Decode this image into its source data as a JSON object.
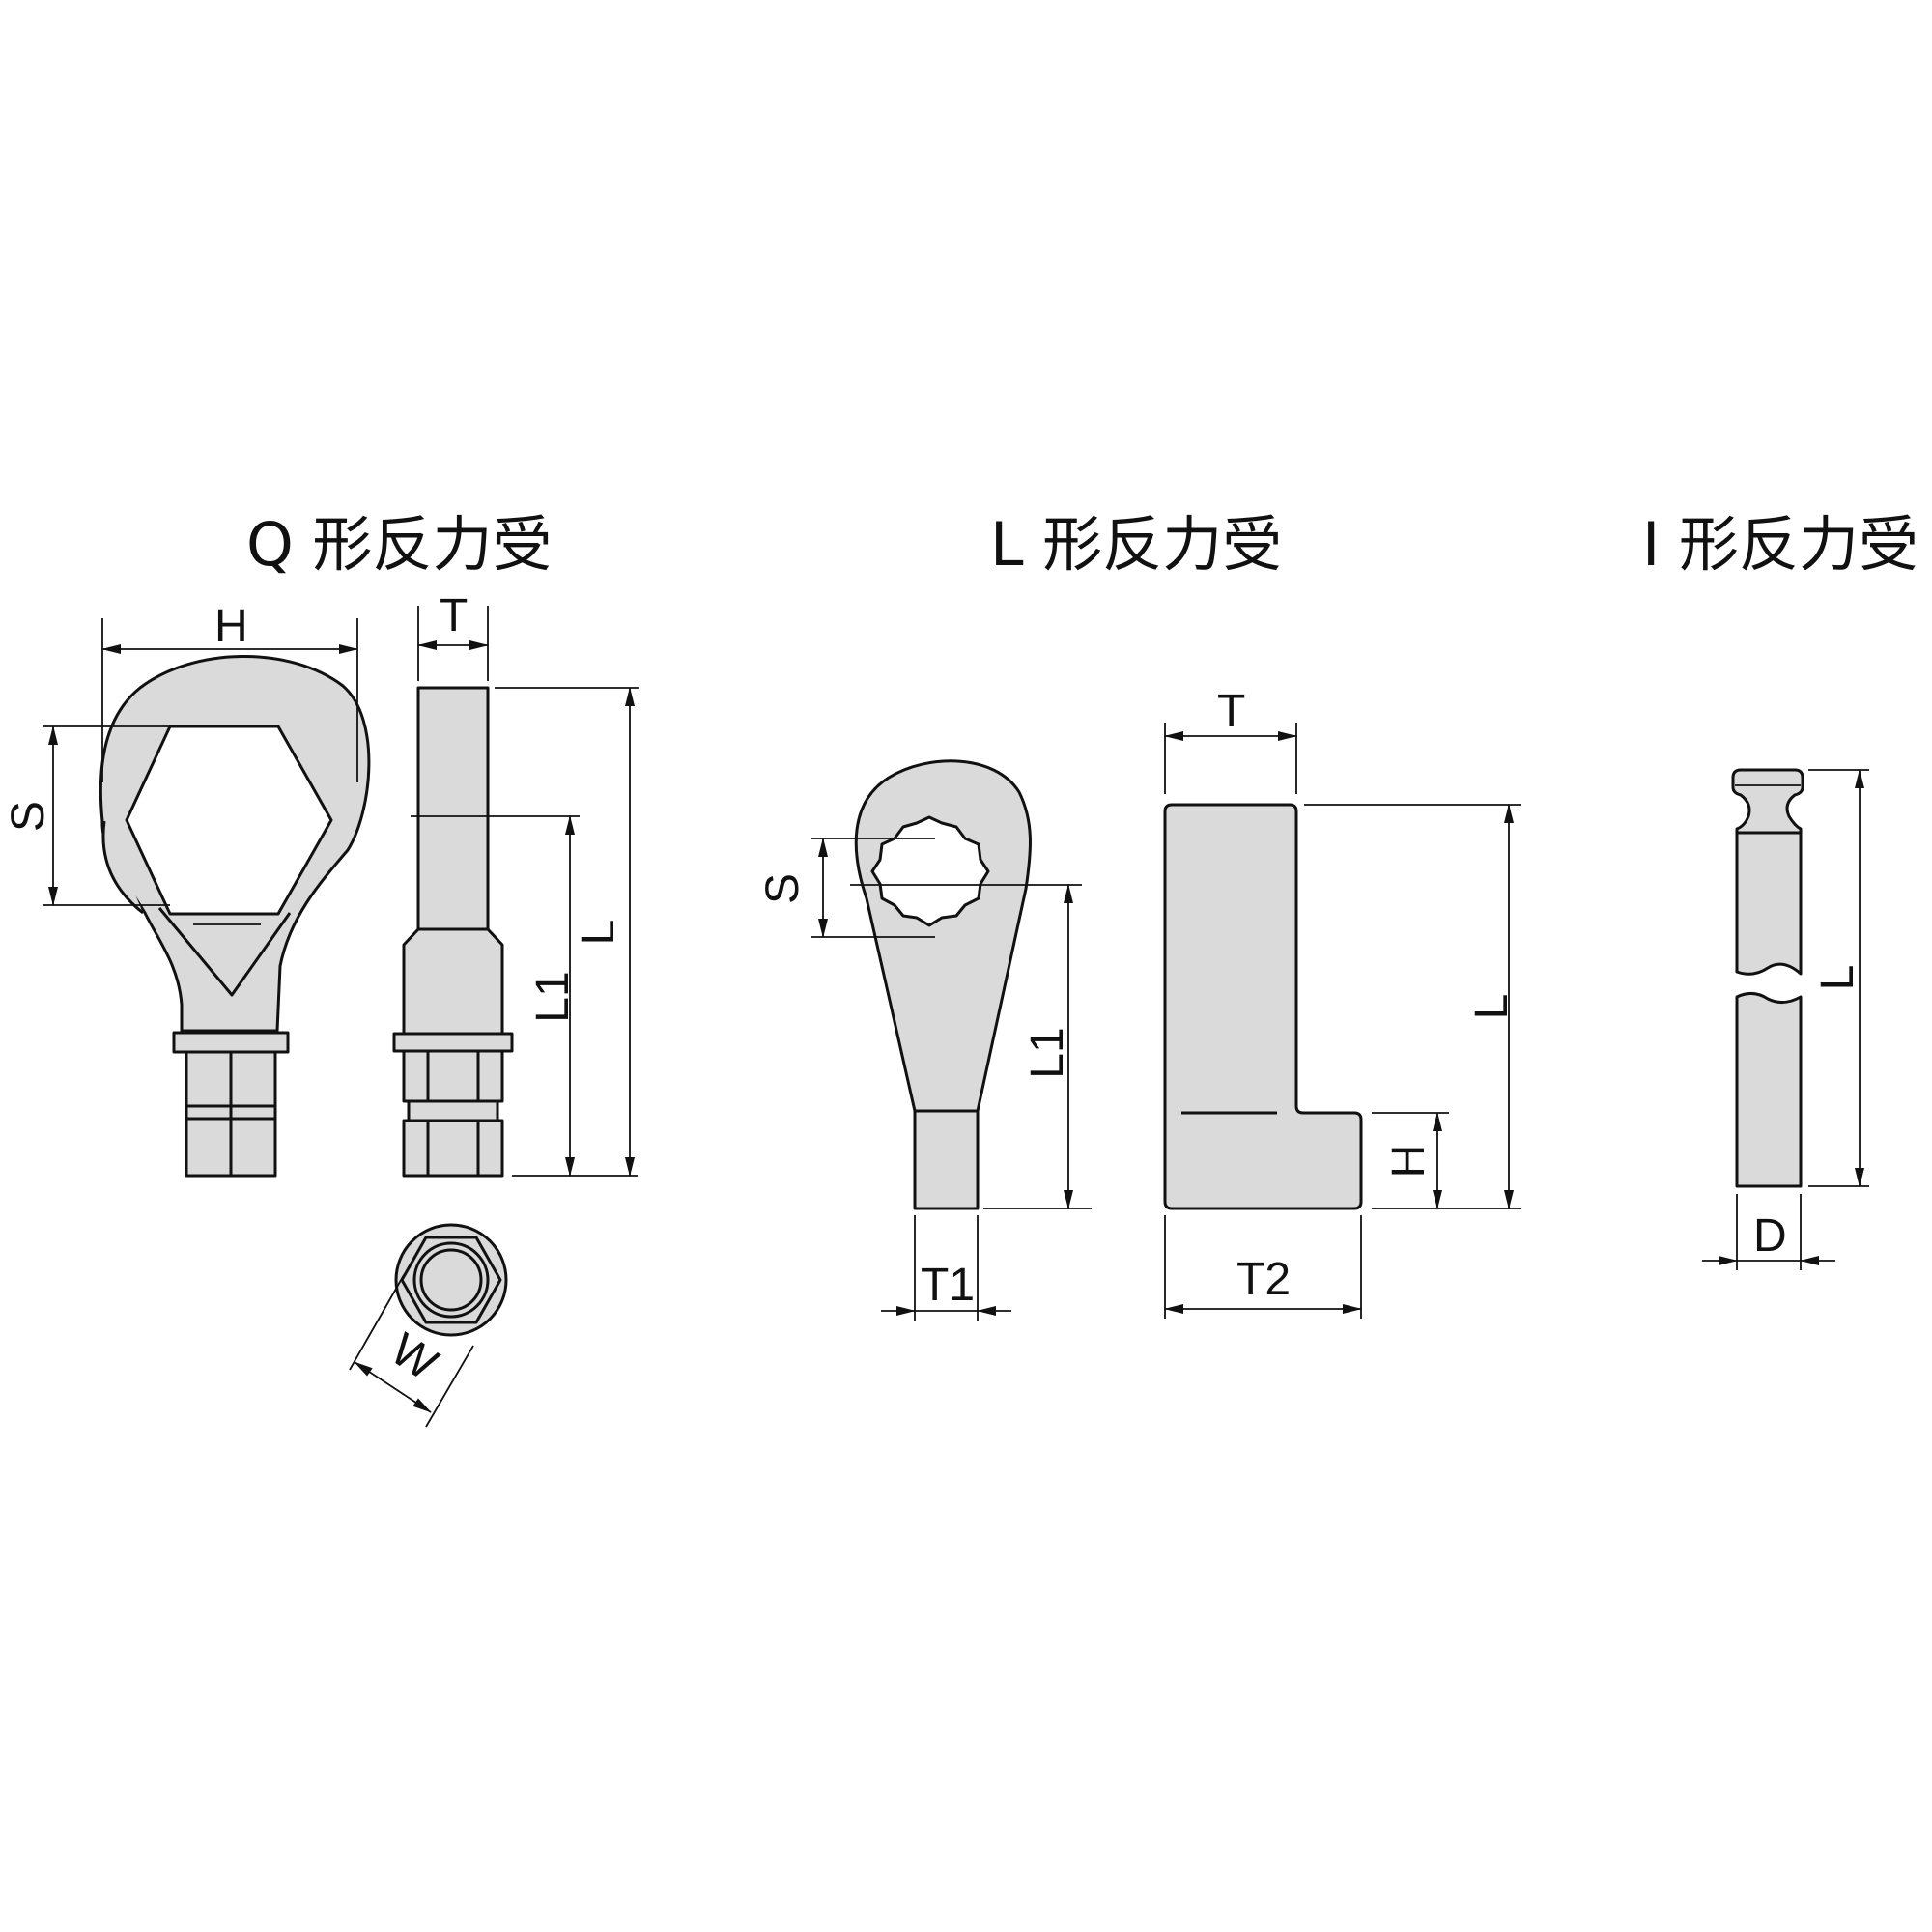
{
  "titles": {
    "q": "Q 形反力受",
    "l": "L 形反力受",
    "i": "I 形反力受"
  },
  "q_type": {
    "H": "H",
    "S": "S",
    "T": "T",
    "L1": "L1",
    "L": "L",
    "W": "W"
  },
  "l_type": {
    "S": "S",
    "L1": "L1",
    "T1": "T1",
    "T": "T",
    "L": "L",
    "H": "H",
    "T2": "T2"
  },
  "i_type": {
    "L": "L",
    "D": "D"
  }
}
